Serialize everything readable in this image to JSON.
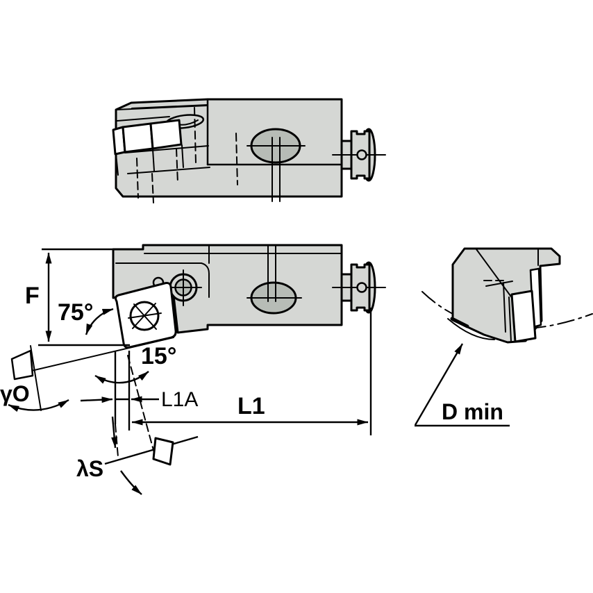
{
  "drawing": {
    "kind": "technical-line-drawing",
    "views": {
      "top_view": "cartridge top view",
      "front_view": "cartridge front view with insert",
      "end_view": "cartridge end view in minimum bore"
    }
  },
  "annotations": {
    "f": "F",
    "lead_angle": "75°",
    "tilt_angle": "15°",
    "rake_angle": "γO",
    "inclination_angle": "λS",
    "l1a": "L1A",
    "l1": "L1",
    "d_min": "D min"
  },
  "colors": {
    "background": "#ffffff",
    "body_fill": "#d5d7d4",
    "recess_fill": "#b7bcb6",
    "line": "#000000"
  }
}
